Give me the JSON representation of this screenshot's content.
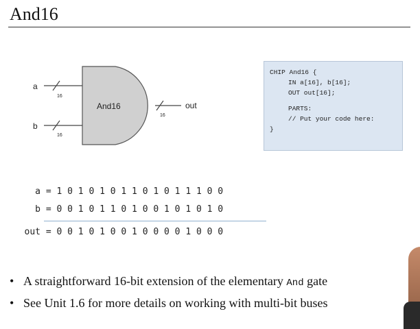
{
  "slide": {
    "title": "And16"
  },
  "gate": {
    "label": "And16",
    "input_a": "a",
    "input_b": "b",
    "output": "out",
    "bus_width": "16"
  },
  "hdl": {
    "lines": [
      "CHIP And16 {",
      "IN a[16], b[16];",
      "OUT out[16];",
      "PARTS:",
      "// Put your code here:",
      "}"
    ]
  },
  "truth": {
    "a": {
      "label": "a",
      "bits": "= 1 0 1 0 1 0 1 1 0 1 0 1 1 1 0 0"
    },
    "b": {
      "label": "b",
      "bits": "= 0 0 1 0 1 1 0 1 0 0 1 0 1 0 1 0"
    },
    "out": {
      "label": "out",
      "bits": "= 0 0 1 0 1 0 0 1 0 0 0 0 1 0 0 0"
    }
  },
  "bullets": {
    "b1_text": "A straightforward 16-bit extension of the elementary ",
    "b1_code": "And",
    "b1_tail": " gate",
    "b2_text": "See Unit 1.6 for more details on working with multi-bit buses"
  },
  "colors": {
    "gate_fill": "#d0d0d0",
    "hdl_bg": "#dce6f2",
    "rule": "#8fb1cf"
  }
}
